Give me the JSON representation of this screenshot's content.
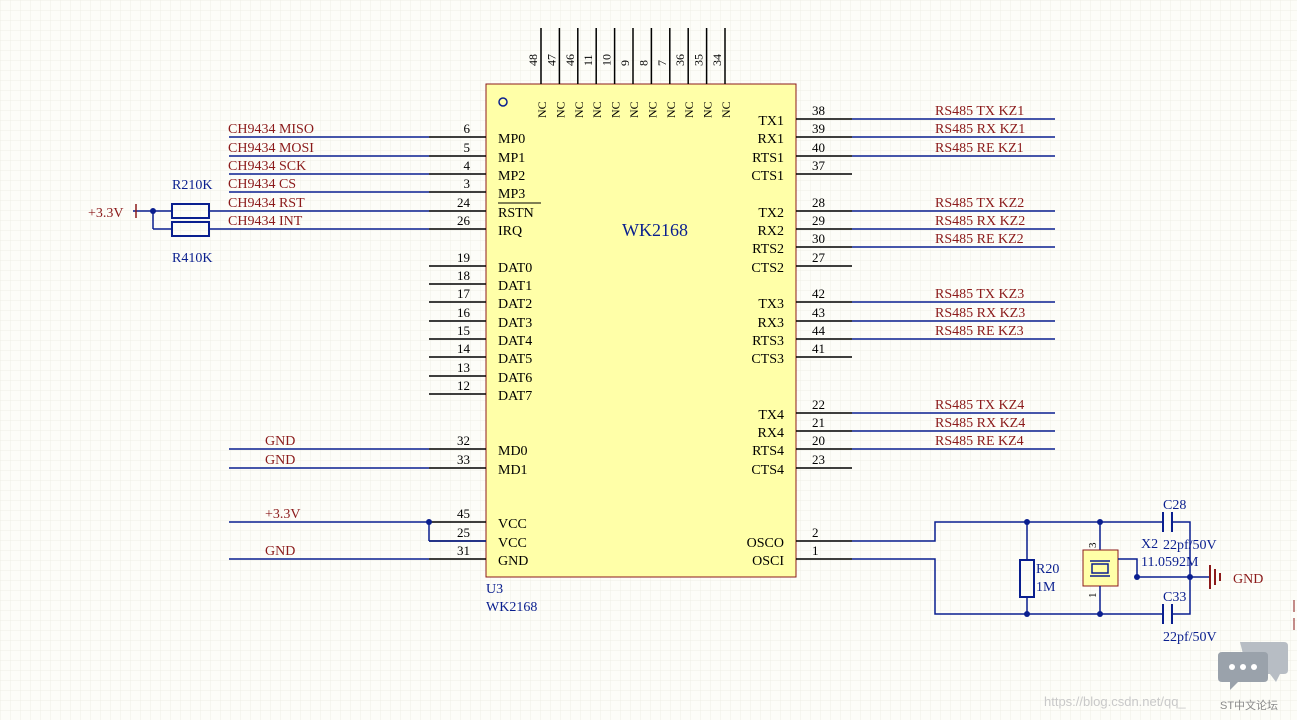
{
  "colors": {
    "wire": "#0a1f8f",
    "pin": "#000000",
    "net_label": "#8b1a1a",
    "chip_fill": "#ffffa8",
    "chip_border": "#8b1a1a",
    "component": "#0a1f8f",
    "grid": "#ecece4"
  },
  "chip": {
    "name": "WK2168",
    "designator": "U3",
    "comment": "WK2168",
    "top_pins": [
      {
        "num": "48",
        "name": "NC"
      },
      {
        "num": "47",
        "name": "NC"
      },
      {
        "num": "46",
        "name": "NC"
      },
      {
        "num": "11",
        "name": "NC"
      },
      {
        "num": "10",
        "name": "NC"
      },
      {
        "num": "9",
        "name": "NC"
      },
      {
        "num": "8",
        "name": "NC"
      },
      {
        "num": "7",
        "name": "NC"
      },
      {
        "num": "36",
        "name": "NC"
      },
      {
        "num": "35",
        "name": "NC"
      },
      {
        "num": "34",
        "name": "NC"
      }
    ],
    "left_pins": [
      {
        "num": "6",
        "name": "MP0",
        "net": "CH9434_MISO",
        "long": true
      },
      {
        "num": "5",
        "name": "MP1",
        "net": "CH9434_MOSI",
        "long": true
      },
      {
        "num": "4",
        "name": "MP2",
        "net": "CH9434_SCK",
        "long": true
      },
      {
        "num": "3",
        "name": "MP3",
        "net": "CH9434_CS",
        "long": true
      },
      {
        "num": "24",
        "name": "RSTN",
        "net": "CH9434_RST",
        "long": true
      },
      {
        "num": "26",
        "name": "IRQ",
        "net": "CH9434_INT",
        "long": true
      },
      {
        "num": "19",
        "name": "DAT0",
        "net": "",
        "long": false
      },
      {
        "num": "18",
        "name": "DAT1",
        "net": "",
        "long": false
      },
      {
        "num": "17",
        "name": "DAT2",
        "net": "",
        "long": false
      },
      {
        "num": "16",
        "name": "DAT3",
        "net": "",
        "long": false
      },
      {
        "num": "15",
        "name": "DAT4",
        "net": "",
        "long": false
      },
      {
        "num": "14",
        "name": "DAT5",
        "net": "",
        "long": false
      },
      {
        "num": "13",
        "name": "DAT6",
        "net": "",
        "long": false
      },
      {
        "num": "12",
        "name": "DAT7",
        "net": "",
        "long": false
      },
      {
        "num": "32",
        "name": "MD0",
        "net": "GND",
        "long": true
      },
      {
        "num": "33",
        "name": "MD1",
        "net": "GND",
        "long": true
      },
      {
        "num": "45",
        "name": "VCC",
        "net": "+3.3V",
        "long": true
      },
      {
        "num": "25",
        "name": "VCC",
        "net": "",
        "long": false
      },
      {
        "num": "31",
        "name": "GND",
        "net": "GND",
        "long": true
      }
    ],
    "right_pins": [
      {
        "num": "38",
        "name": "TX1",
        "net": "RS485_TX_KZ1"
      },
      {
        "num": "39",
        "name": "RX1",
        "net": "RS485_RX_KZ1"
      },
      {
        "num": "40",
        "name": "RTS1",
        "net": "RS485_RE_KZ1"
      },
      {
        "num": "37",
        "name": "CTS1",
        "net": ""
      },
      {
        "num": "28",
        "name": "TX2",
        "net": "RS485_TX_KZ2"
      },
      {
        "num": "29",
        "name": "RX2",
        "net": "RS485_RX_KZ2"
      },
      {
        "num": "30",
        "name": "RTS2",
        "net": "RS485_RE_KZ2"
      },
      {
        "num": "27",
        "name": "CTS2",
        "net": ""
      },
      {
        "num": "42",
        "name": "TX3",
        "net": "RS485_TX_KZ3"
      },
      {
        "num": "43",
        "name": "RX3",
        "net": "RS485_RX_KZ3"
      },
      {
        "num": "44",
        "name": "RTS3",
        "net": "RS485_RE_KZ3"
      },
      {
        "num": "41",
        "name": "CTS3",
        "net": ""
      },
      {
        "num": "22",
        "name": "TX4",
        "net": "RS485_TX_KZ4"
      },
      {
        "num": "21",
        "name": "RX4",
        "net": "RS485_RX_KZ4"
      },
      {
        "num": "20",
        "name": "RTS4",
        "net": "RS485_RE_KZ4"
      },
      {
        "num": "23",
        "name": "CTS4",
        "net": ""
      },
      {
        "num": "2",
        "name": "OSCO",
        "net": ""
      },
      {
        "num": "1",
        "name": "OSCI",
        "net": ""
      }
    ]
  },
  "pullups": {
    "supply": "+3.3V",
    "r_rst": "R210K",
    "r_int": "R410K"
  },
  "osc": {
    "r_des": "R20",
    "r_val": "1M",
    "xtal_des": "X2",
    "xtal_val": "11.0592M",
    "xtal_pin3": "3",
    "xtal_pin1": "1",
    "c_top_des": "C28",
    "c_top_val": "22pf/50V",
    "c_bot_des": "C33",
    "c_bot_val": "22pf/50V",
    "gnd_label": "GND"
  },
  "watermark": {
    "url": "https://blog.csdn.net/qq_",
    "site": "ST中文论坛"
  }
}
